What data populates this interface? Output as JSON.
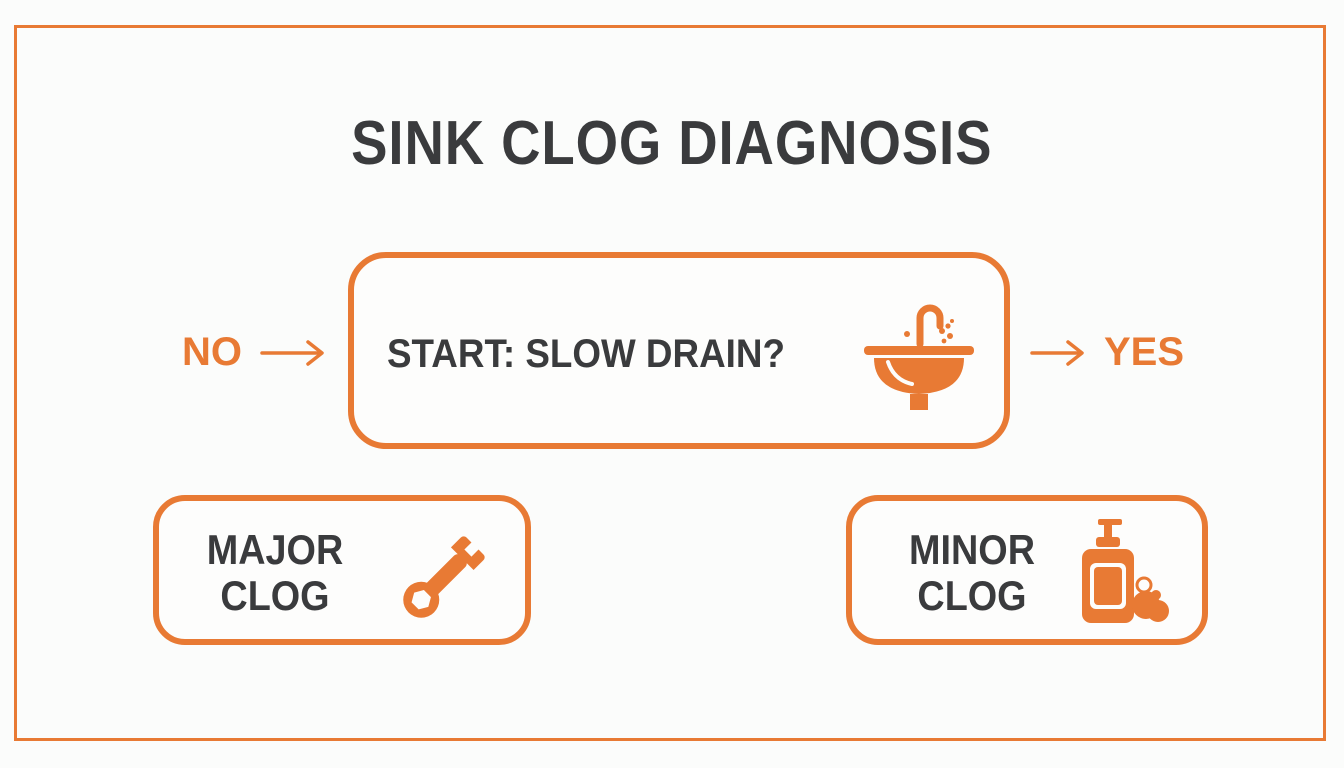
{
  "title": "SINK CLOG DIAGNOSIS",
  "start_node": {
    "label": "START: SLOW DRAIN?",
    "icon": "sink-icon"
  },
  "branch_no": {
    "label": "NO"
  },
  "branch_yes": {
    "label": "YES"
  },
  "major_node": {
    "line1": "MAJOR",
    "line2": "CLOG",
    "icon": "wrench-icon"
  },
  "minor_node": {
    "line1": "MINOR",
    "line2": "CLOG",
    "icon": "soap-bottle-icon"
  },
  "colors": {
    "accent": "#e87a34",
    "text": "#3a3b3d",
    "background": "#fbfcfb"
  }
}
